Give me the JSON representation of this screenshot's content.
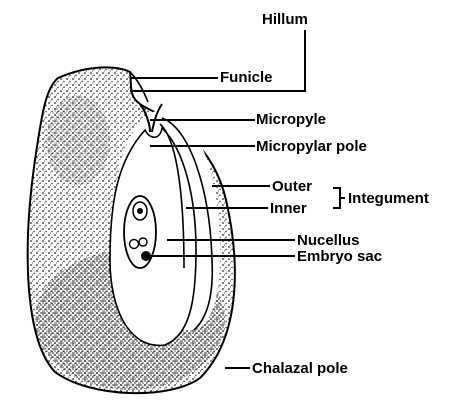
{
  "diagram": {
    "labels": {
      "hilum": "Hillum",
      "funicle": "Funicle",
      "micropyle": "Micropyle",
      "micropylar_pole": "Micropylar pole",
      "outer": "Outer",
      "inner": "Inner",
      "integument": "Integument",
      "nucellus": "Nucellus",
      "embryo_sac": "Embryo sac",
      "chalazal_pole": "Chalazal pole"
    },
    "colors": {
      "ink": "#000000",
      "background": "#ffffff",
      "stipple": "#1a1a1a"
    }
  }
}
